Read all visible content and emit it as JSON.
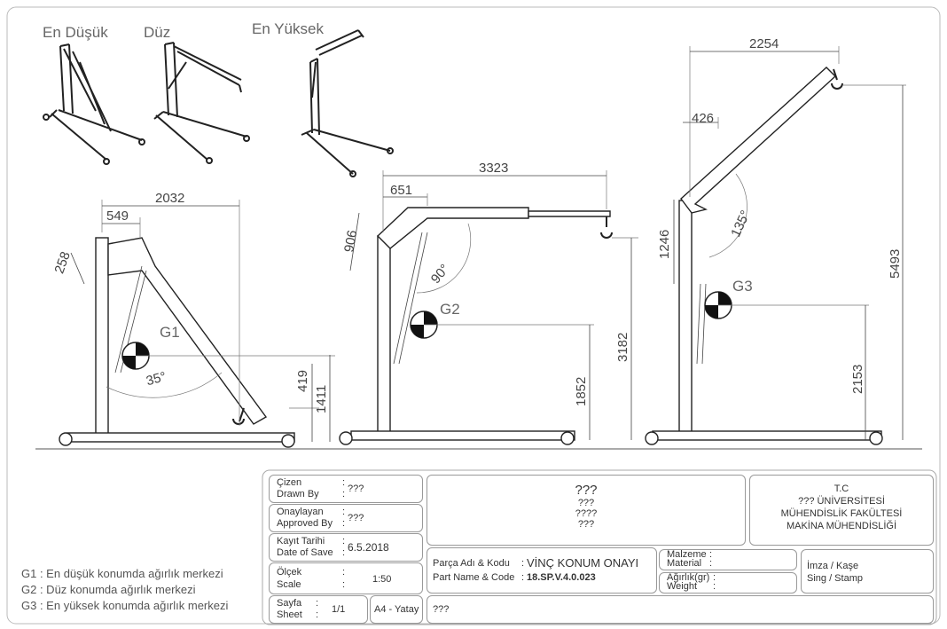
{
  "views_top": {
    "low": "En Düşük",
    "flat": "Düz",
    "high": "En Yüksek"
  },
  "view1": {
    "dim_total": "2032",
    "dim_549": "549",
    "dim_258": "258",
    "g_label": "G1",
    "angle": "35°",
    "dim_419": "419",
    "dim_1411": "1411"
  },
  "view2": {
    "dim_total": "3323",
    "dim_651": "651",
    "dim_906": "906",
    "g_label": "G2",
    "angle": "90°",
    "dim_1852": "1852",
    "dim_3182": "3182"
  },
  "view3": {
    "dim_total": "2254",
    "dim_426": "426",
    "dim_1246": "1246",
    "g_label": "G3",
    "angle": "135°",
    "dim_2153": "2153",
    "dim_5493": "5493"
  },
  "legend": [
    "G1 : En düşük konumda ağırlık merkezi",
    "G2 : Düz konumda ağırlık merkezi",
    "G3 : En yüksek konumda ağırlık merkezi"
  ],
  "title_block": {
    "drawn_by_tr": "Çizen",
    "drawn_by_en": "Drawn By",
    "drawn_by_val": "???",
    "approved_tr": "Onaylayan",
    "approved_en": "Approved By",
    "approved_val": "???",
    "date_tr": "Kayıt Tarihi",
    "date_en": "Date of Save",
    "date_val": "6.5.2018",
    "scale_tr": "Ölçek",
    "scale_en": "Scale",
    "scale_val": "1:50",
    "sheet_tr": "Sayfa",
    "sheet_en": "Sheet",
    "sheet_val": "1/1",
    "paper": "A4 - Yatay",
    "center_title": "???",
    "center_l1": "???",
    "center_l2": "????",
    "center_l3": "???",
    "uni_tc": "T.C",
    "uni_name": "??? ÜNİVERSİTESİ",
    "faculty": "MÜHENDİSLİK FAKÜLTESİ",
    "dept": "MAKİNA MÜHENDİSLİĞİ",
    "part_tr": "Parça Adı & Kodu",
    "part_en": "Part Name & Code",
    "part_name": "VİNÇ KONUM ONAYI",
    "part_code": "18.SP.V.4.0.023",
    "material_tr": "Malzeme",
    "material_en": "Material",
    "weight_tr": "Ağırlık(gr)",
    "weight_en": "Weight",
    "sign_tr": "İmza / Kaşe",
    "sign_en": "Sing / Stamp",
    "bottom_val": "???"
  }
}
